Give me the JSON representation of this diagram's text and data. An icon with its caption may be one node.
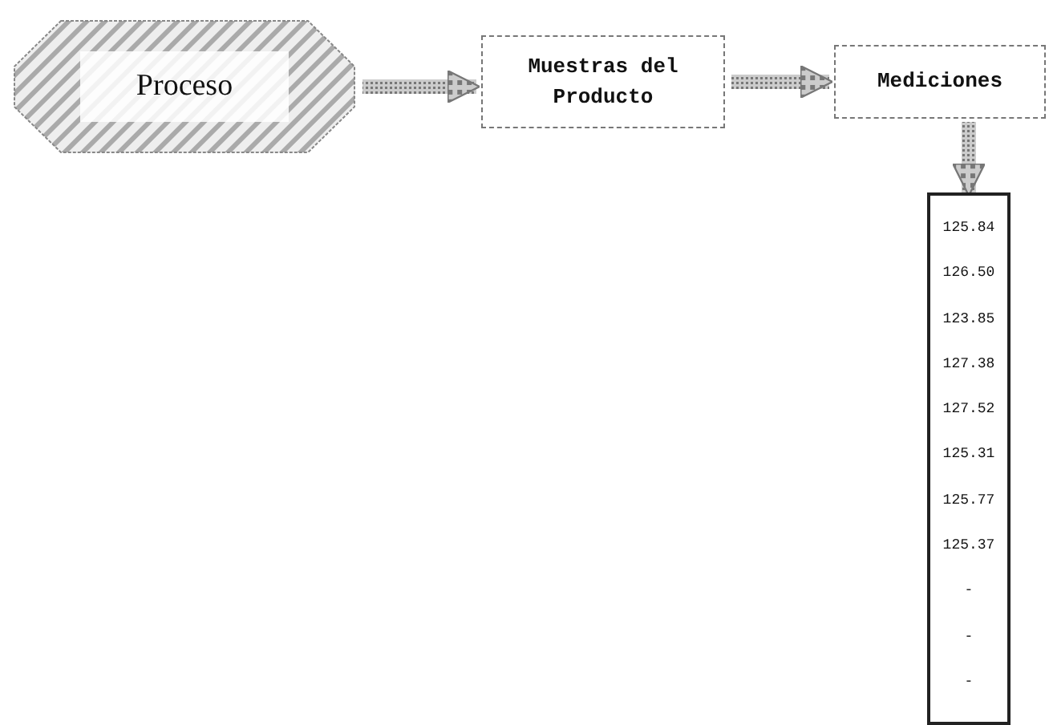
{
  "diagram": {
    "nodes": [
      {
        "text": [
          "Proceso"
        ]
      },
      {
        "text": [
          "Muestras del Producto"
        ]
      },
      {
        "text": [
          "Mediciones"
        ]
      },
      {
        "text": [
          "125.84",
          "126.50",
          "123.85",
          "127.38",
          "127.52",
          "125.31",
          "125.77",
          "125.37",
          "-",
          "-",
          "-"
        ]
      }
    ],
    "edges": [
      {
        "from": 0,
        "to": 1,
        "arrow": "to",
        "style": "thick"
      },
      {
        "from": 1,
        "to": 2,
        "arrow": "to",
        "style": "thick"
      },
      {
        "from": 2,
        "to": 3,
        "arrow": "to",
        "style": "thick"
      }
    ]
  }
}
